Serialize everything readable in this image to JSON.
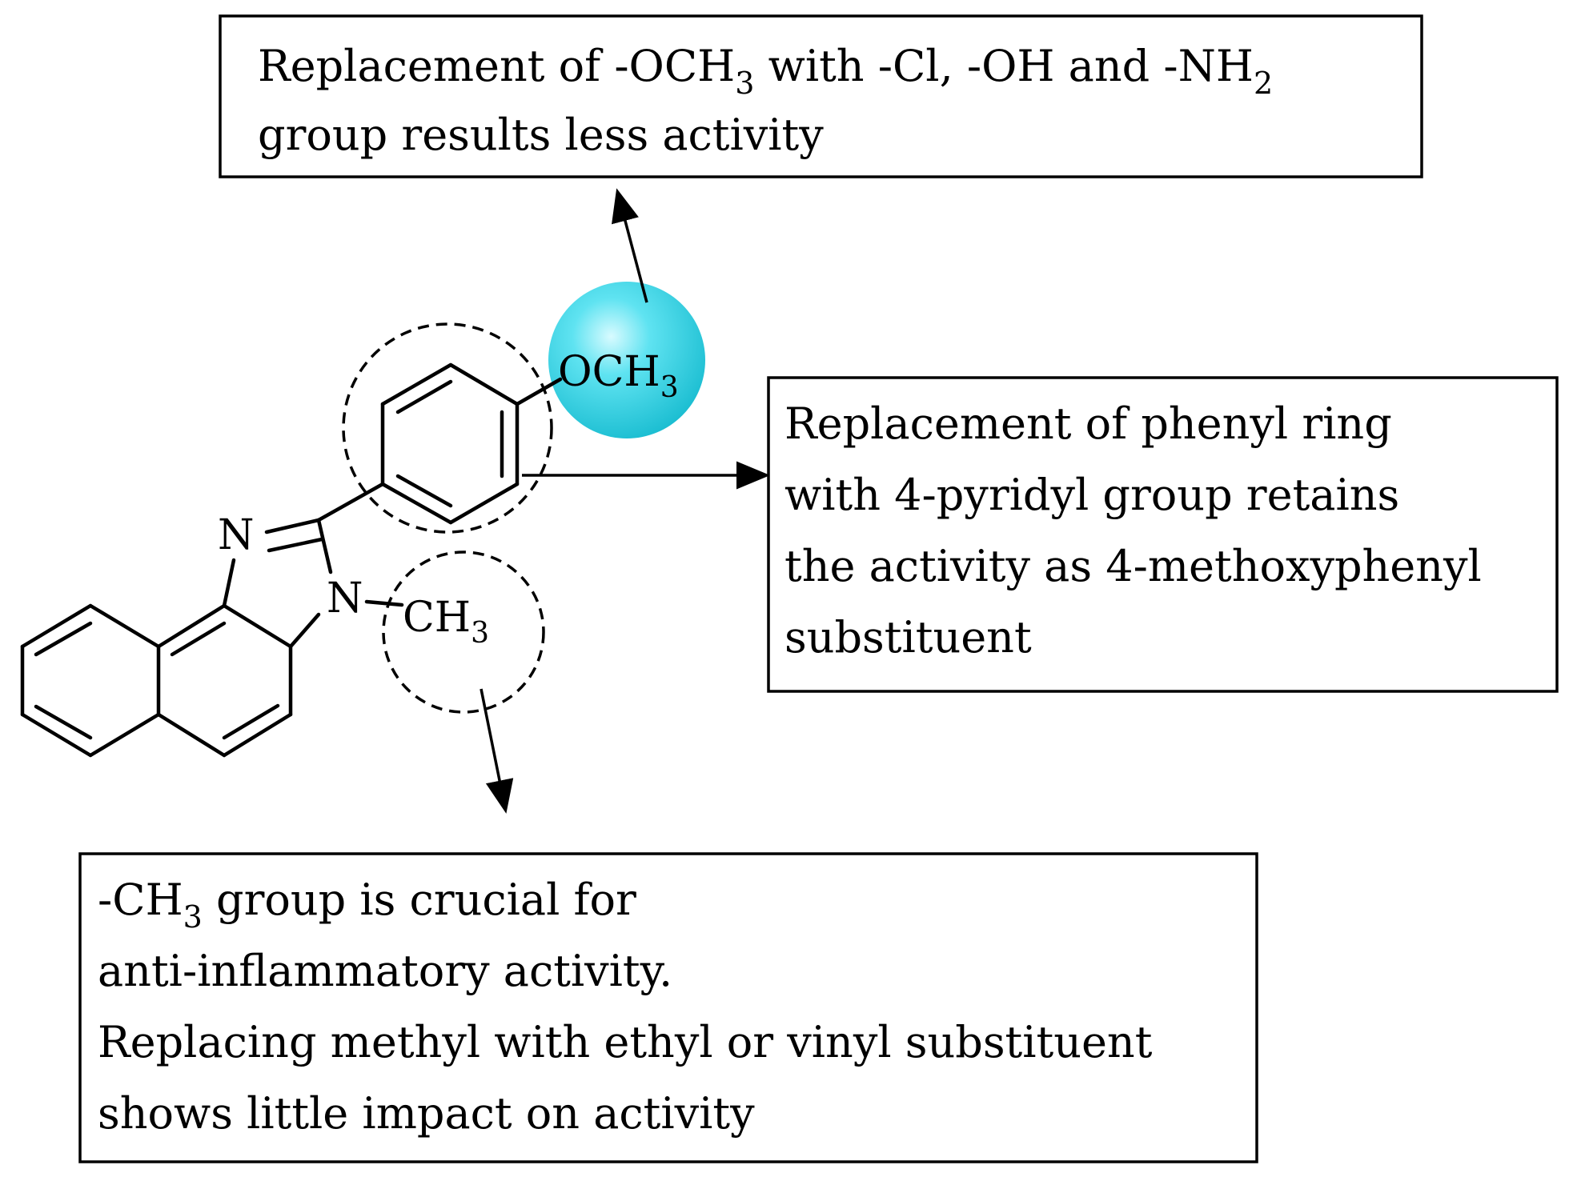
{
  "molecule": {
    "atoms": {
      "N_imine": "N",
      "N_methyl": "N",
      "methyl_main": "CH",
      "methyl_sub": "3",
      "methoxy_main": "OCH",
      "methoxy_sub": "3"
    },
    "highlight_color": "#29d4e6"
  },
  "notes": {
    "top": {
      "line1_a": "Replacement of -OCH",
      "line1_sub1": "3",
      "line1_b": " with -Cl, -OH and -NH",
      "line1_sub2": "2",
      "line2": "group results less activity"
    },
    "right": {
      "line1": "Replacement of phenyl ring",
      "line2": "with 4-pyridyl group retains",
      "line3": "the activity as 4-methoxyphenyl",
      "line4": "substituent"
    },
    "bottom": {
      "line1_a": "-CH",
      "line1_sub": "3",
      "line1_b": " group is crucial for",
      "line2": "anti-inflammatory activity.",
      "line3": "Replacing methyl with ethyl or vinyl substituent",
      "line4": "shows little impact on activity"
    }
  }
}
